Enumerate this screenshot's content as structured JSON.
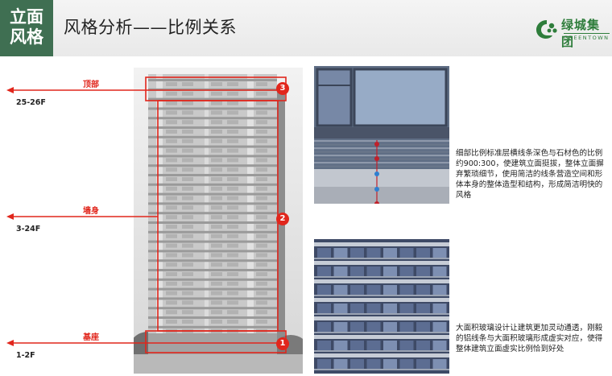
{
  "header": {
    "tag_line1": "立面",
    "tag_line2": "风格",
    "title": "风格分析——比例关系",
    "logo_cn": "绿城集团",
    "logo_en": "GREENTOWN"
  },
  "sections": [
    {
      "label": "顶部",
      "floors": "25-26F",
      "marker": "3"
    },
    {
      "label": "墙身",
      "floors": "3-24F",
      "marker": "2"
    },
    {
      "label": "基座",
      "floors": "1-2F",
      "marker": "1"
    }
  ],
  "descriptions": {
    "detail": "细部比例标准层横线条深色与石材色的比例约900:300，使建筑立面挺拔，整体立面摒弃繁琐细节，使用简洁的线条营造空间和形体本身的整体造型和结构，形成简洁明快的风格",
    "glass": "大面积玻璃设计让建筑更加灵动通透，刚毅的铝线条与大面积玻璃形成虚实对应，使得整体建筑立面虚实比例恰到好处"
  },
  "colors": {
    "accent_red": "#e1261c",
    "brand_green": "#3f6f52"
  }
}
